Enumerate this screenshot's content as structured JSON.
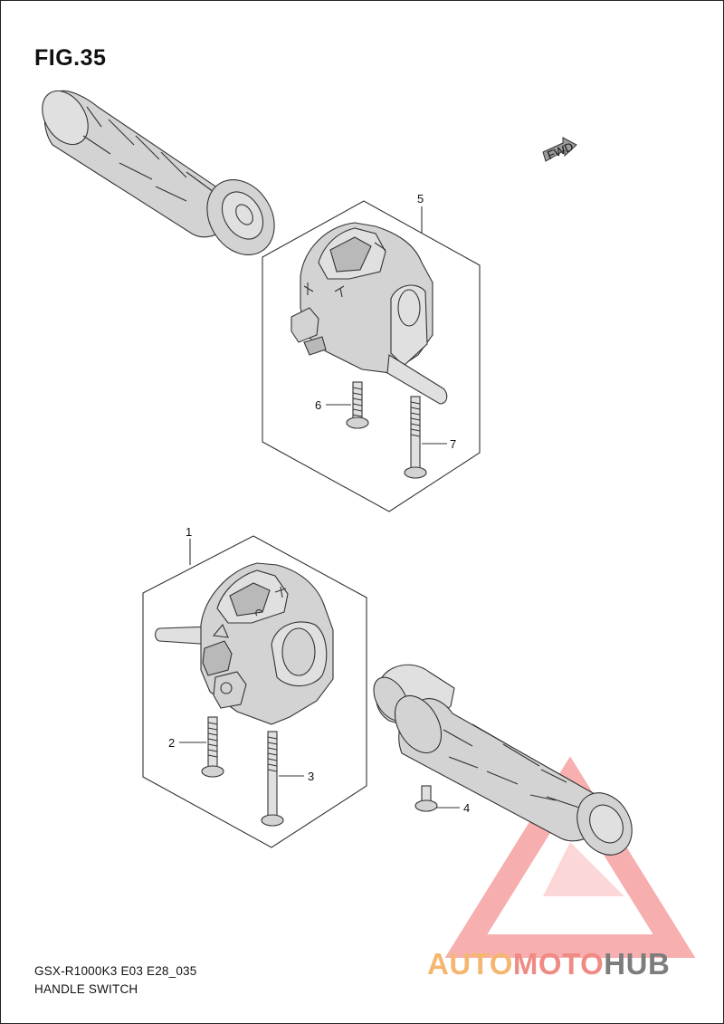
{
  "figure": {
    "title": "FIG.35",
    "model_code": "GSX-R1000K3 E03 E28_035",
    "section_name": "HANDLE SWITCH"
  },
  "direction_badge": {
    "label": "FWD"
  },
  "callouts": [
    "1",
    "2",
    "3",
    "4",
    "5",
    "6",
    "7"
  ],
  "watermark": {
    "part1": "AUTO",
    "part2": "MOTO",
    "part3": "HUB",
    "colors": {
      "auto": "#f5b76f",
      "moto": "#f08a84",
      "hub": "#7d7d7d",
      "triangle": "#f26d6d"
    }
  }
}
